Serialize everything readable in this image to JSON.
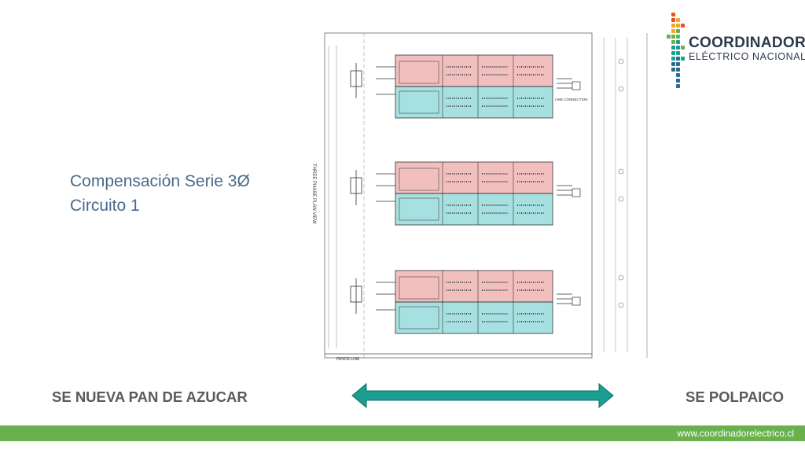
{
  "slide": {
    "title_line1": "Compensación Serie 3Ø",
    "title_line2": "Circuito 1",
    "left_station": "SE NUEVA PAN DE AZUCAR",
    "right_station": "SE POLPAICO",
    "footer_url": "www.coordinadorelectrico.cl"
  },
  "logo": {
    "name": "COORDINADOR",
    "subtitle": "ELÉCTRICO NACIONAL",
    "dot_colors": [
      "#e8531f",
      "#f5a623",
      "#6ab04c",
      "#1a9e8f",
      "#2d6b8c"
    ]
  },
  "drawing": {
    "side_label": "THREE PHASE PLAN VIEW",
    "connection_label": "LINE CONNECTION",
    "fence_label": "FENCE LINE",
    "bank_count": 3,
    "phase_colors": {
      "upper": "#e88a8a",
      "lower": "#5ec7c7"
    }
  },
  "arrow": {
    "color": "#1a9e8f",
    "direction": "bidirectional"
  },
  "footer": {
    "bar_color": "#6ab04c"
  }
}
